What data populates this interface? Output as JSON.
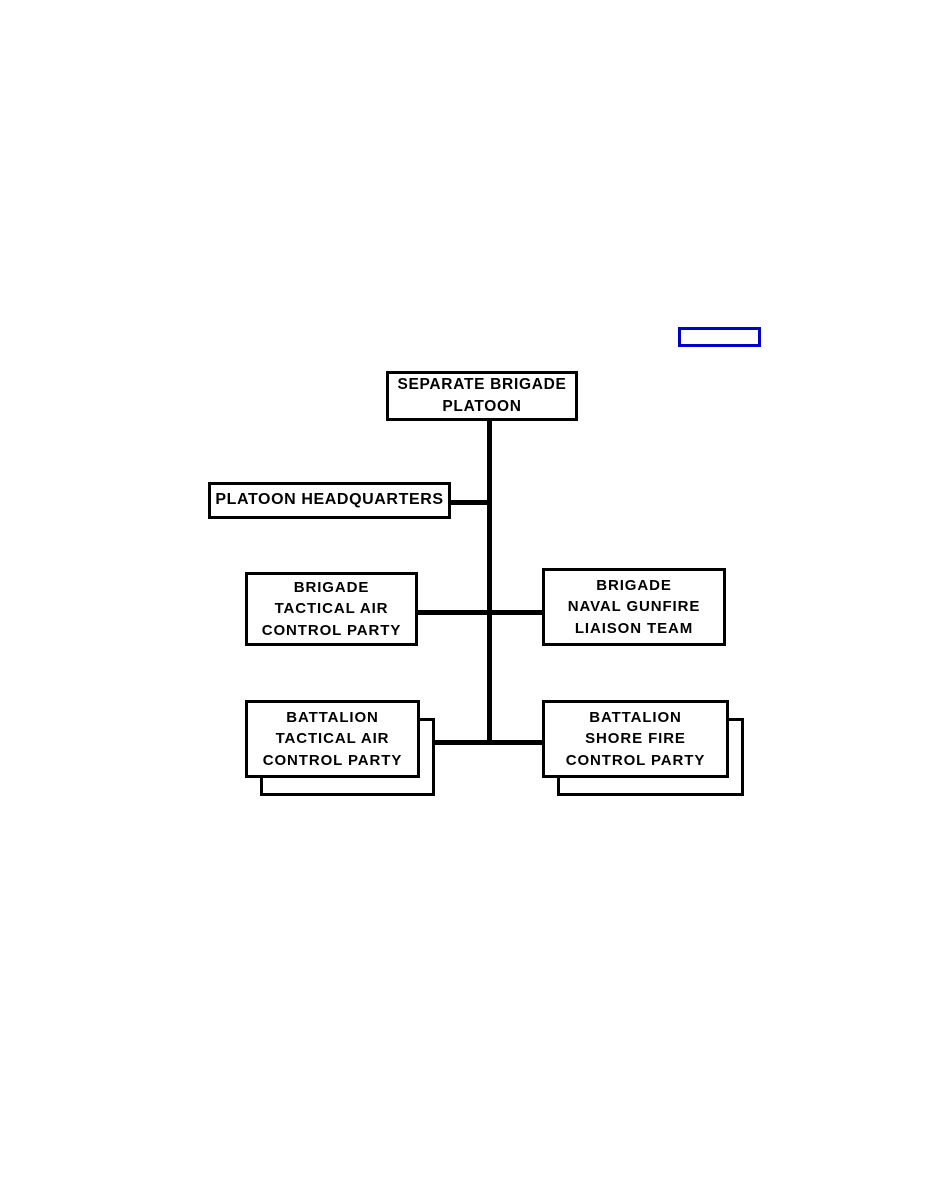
{
  "diagram": {
    "title": "Separate Brigade Platoon organization chart",
    "colors": {
      "line": "#000000",
      "box_border": "#000000",
      "box_fill": "#ffffff",
      "page_background": "#ffffff",
      "annotation_outline": "#0000cc"
    },
    "root": {
      "name": "separate-brigade-platoon",
      "lines": [
        "SEPARATE BRIGADE",
        "PLATOON"
      ]
    },
    "headquarters": {
      "name": "platoon-headquarters",
      "lines": [
        "PLATOON HEADQUARTERS"
      ]
    },
    "brigade_row": {
      "left": {
        "name": "brigade-tactical-air-control-party",
        "lines": [
          "BRIGADE",
          "TACTICAL  AIR",
          "CONTROL PARTY"
        ],
        "stacked": false
      },
      "right": {
        "name": "brigade-naval-gunfire-liaison-team",
        "lines": [
          "BRIGADE",
          "NAVAL GUNFIRE",
          "LIAISON TEAM"
        ],
        "stacked": false
      }
    },
    "battalion_row": {
      "left": {
        "name": "battalion-tactical-air-control-party",
        "lines": [
          "BATTALION",
          "TACTICAL  AIR",
          "CONTROL PARTY"
        ],
        "stacked": true
      },
      "right": {
        "name": "battalion-shore-fire-control-party",
        "lines": [
          "BATTALION",
          "SHORE FIRE",
          "CONTROL PARTY"
        ],
        "stacked": true
      }
    },
    "annotation": {
      "name": "blue-highlight-rectangle",
      "text": "",
      "outline_color": "#0000cc"
    }
  }
}
